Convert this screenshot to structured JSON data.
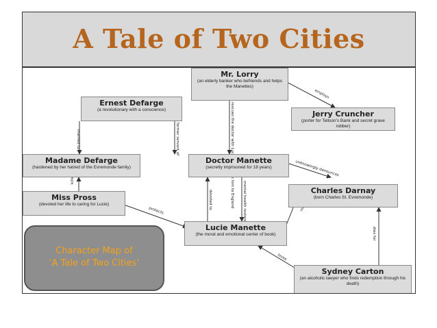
{
  "title": "A Tale of Two Cities",
  "caption": {
    "line1": "Character Map of",
    "line2": "‘A Tale of Two Cities’"
  },
  "nodes": {
    "lorry": {
      "name": "Mr. Lorry",
      "desc": "(an elderly banker who befriends and helps the Manettes)"
    },
    "ernest": {
      "name": "Ernest Defarge",
      "desc": "(a revolutionary with a conscience)"
    },
    "jerry": {
      "name": "Jerry Cruncher",
      "desc": "(porter for Tellson’s Bank and secret grave robber)"
    },
    "madame": {
      "name": "Madame Defarge",
      "desc": "(hardened by her hatred of the Evremonde family)"
    },
    "doctor": {
      "name": "Doctor Manette",
      "desc": "(secretly imprisoned for 18 years)"
    },
    "darnay": {
      "name": "Charles Darnay",
      "desc": "(born Charles St. Evremonde)"
    },
    "pross": {
      "name": "Miss Pross",
      "desc": "(devoted her life to caring for Lucie)"
    },
    "lucie": {
      "name": "Lucie Manette",
      "desc": "(the moral and emotional center of book)"
    },
    "carton": {
      "name": "Sydney Carton",
      "desc": "(an alcoholic lawyer who finds redemption through his death)"
    }
  },
  "edges": {
    "employs": "employs",
    "married_to": "married to",
    "former_servant": "former servant of",
    "rescues": "rescues the doctor with Lucie and brings him to England",
    "unknowingly": "unknowingly denounces",
    "kills": "kills",
    "protects": "protects",
    "devoted": "devoted to",
    "mental_health": "mental health restored by",
    "marries": "marries",
    "loves": "loves",
    "dies_for": "dies for"
  }
}
